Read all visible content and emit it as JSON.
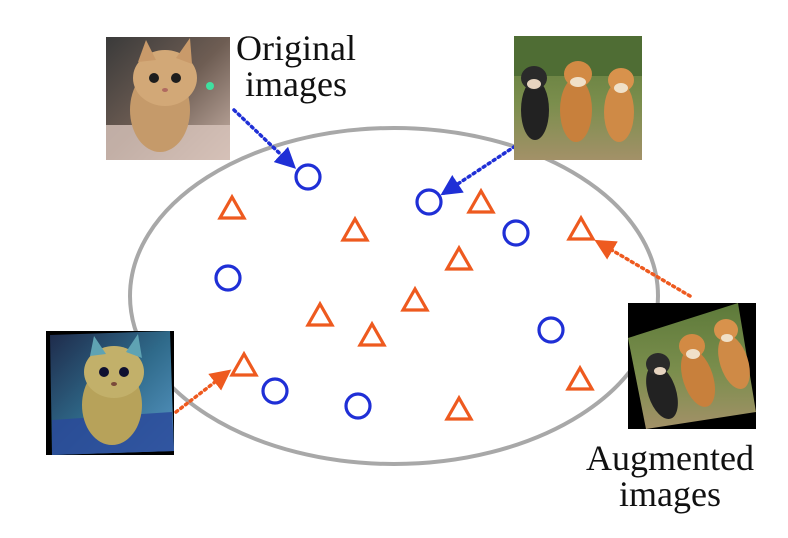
{
  "labels": {
    "original_line1": "Original",
    "original_line2": "images",
    "augmented_line1": "Augmented",
    "augmented_line2": "images"
  },
  "colors": {
    "ellipse": "#a8a8a8",
    "circle": "#1f2fd6",
    "triangle": "#ee5a1f",
    "arrow_original": "#1f2fd6",
    "arrow_augmented": "#ee5a1f"
  },
  "pictures": [
    {
      "name": "kitten-photo",
      "depicts": "kitten"
    },
    {
      "name": "shiba-dogs-photo",
      "depicts": "three shiba inu dogs"
    },
    {
      "name": "augmented-kitten-photo",
      "depicts": "color-jittered rotated kitten"
    },
    {
      "name": "augmented-shiba-photo",
      "depicts": "rotated shiba inu dogs"
    }
  ]
}
